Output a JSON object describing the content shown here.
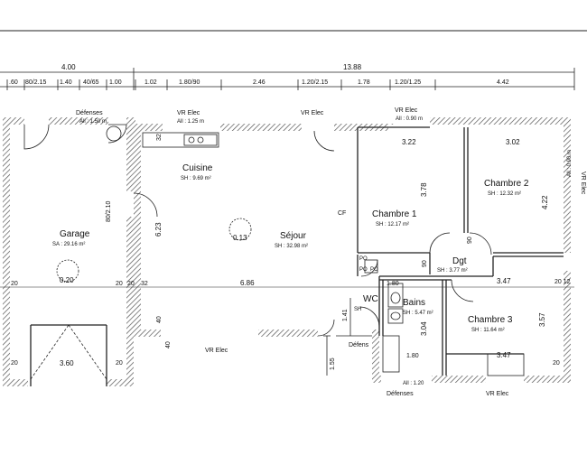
{
  "dims": {
    "top_total": "13.88",
    "top_left": "4.00",
    "top_row": [
      ".60",
      "80/2.15",
      "1.40",
      "40/65",
      "1.00",
      "1.02",
      "1.80/90",
      "2.46",
      "1.20/2.15",
      "1.78",
      "1.20/1.25",
      "4.42"
    ],
    "kitchen_height": "6.23",
    "living_width": "6.86",
    "bedroom_top_a": "3.22",
    "bedroom_top_b": "3.02",
    "ch1_height": "3.78",
    "ch2_height": "4.22",
    "ch3_width": "3.47",
    "ch3_width_b": "3.47",
    "ch3_height": "3.57",
    "bath_h": "3.04",
    "garage_door": "3.60",
    "door_garage_side": "80/2.10",
    "side_left": [
      "20",
      "20",
      "20",
      "20",
      "20"
    ],
    "side_32a": "32",
    "side_32b": "32",
    "side_40a": "40",
    "side_40b": "40",
    "side_90a": "90",
    "side_90b": "90",
    "side_180a": "1.80",
    "side_180b": "1.80",
    "side_141": "1.41",
    "side_155": "1.55",
    "side_2012": "20 12",
    "side_20r": "20"
  },
  "rooms": {
    "garage": {
      "name": "Garage",
      "area": "SA : 29.16 m²"
    },
    "cuisine": {
      "name": "Cuisine",
      "area": "SH : 9.69 m²"
    },
    "sejour": {
      "name": "Séjour",
      "area": "SH : 32.98 m²"
    },
    "chambre1": {
      "name": "Chambre 1",
      "area": "SH : 12.17 m²"
    },
    "chambre2": {
      "name": "Chambre 2",
      "area": "SH : 12.32 m²"
    },
    "chambre3": {
      "name": "Chambre 3",
      "area": "SH : 11.64 m²"
    },
    "dgt": {
      "name": "Dgt",
      "area": "SH : 3.77 m²"
    },
    "wc": {
      "name": "WC",
      "area": "SH"
    },
    "bains": {
      "name": "Bains",
      "area": "SH : 5.47 m²"
    }
  },
  "labels": {
    "defenses_top": "Défenses",
    "defenses_top_sub": "All : 1.50 m",
    "vr_elec_kitchen": "VR Elec",
    "vr_elec_kitchen_sub": "All : 1.25 m",
    "vr_elec_top_mid": "VR Elec",
    "vr_elec_top_right": "VR Elec",
    "vr_elec_top_right_sub": "All : 0.90 m",
    "vr_elec_right": "VR Elec",
    "vr_elec_right_sub": "All : 0.90 m",
    "vr_elec_bottom_living": "VR Elec",
    "defenses_bottom_wc": "Défens",
    "defenses_bottom": "Défenses",
    "defenses_bottom_sub": "All : 1.20",
    "vr_elec_bottom_right": "VR Elec",
    "cf": "CF",
    "spot_living": "0.13",
    "spot_garage": "0.20",
    "po_a": "PO",
    "po_b": "PO",
    "po_c": "PO"
  }
}
